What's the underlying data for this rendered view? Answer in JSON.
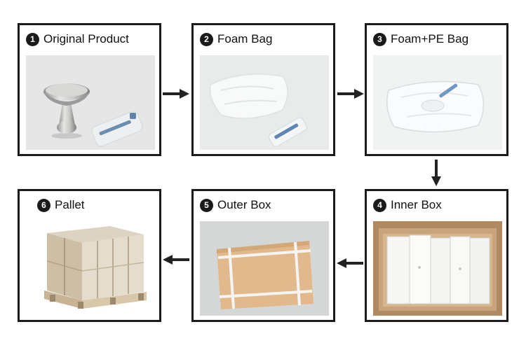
{
  "steps": [
    {
      "number": "1",
      "label": "Original Product"
    },
    {
      "number": "2",
      "label": "Foam Bag"
    },
    {
      "number": "3",
      "label": "Foam+PE Bag"
    },
    {
      "number": "4",
      "label": "Inner Box"
    },
    {
      "number": "5",
      "label": "Outer Box"
    },
    {
      "number": "6",
      "label": "Pallet"
    }
  ],
  "colors": {
    "frame": "#1b1b1b",
    "badge": "#1a1a1a",
    "arrow": "#222222",
    "carton": "#e2b98d",
    "strap": "#f4f4f2",
    "pallet_wood": "#c8b494"
  }
}
